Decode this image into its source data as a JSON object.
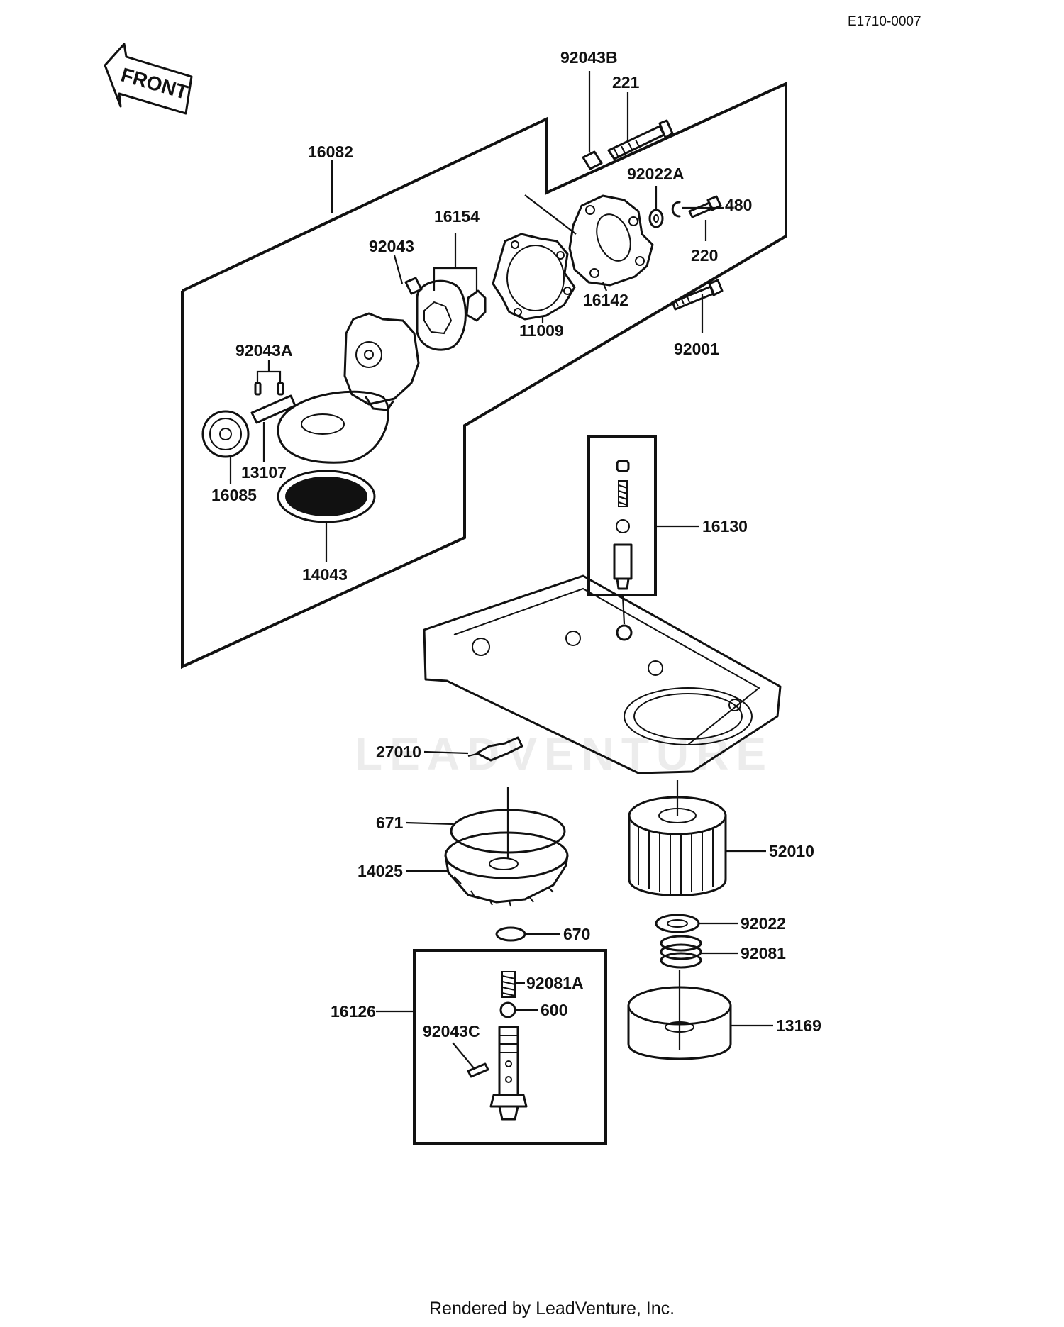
{
  "reference_code": "E1710-0007",
  "direction_label": "FRONT",
  "watermark_text": "LEADVENTURE",
  "footer_text": "Rendered by LeadVenture, Inc.",
  "labels": {
    "p92043B": "92043B",
    "p221": "221",
    "p16082": "16082",
    "p92022A": "92022A",
    "p480": "480",
    "p220": "220",
    "p92043": "92043",
    "p16154": "16154",
    "p16142": "16142",
    "p11009": "11009",
    "p92001": "92001",
    "p92043A": "92043A",
    "p13107": "13107",
    "p16085": "16085",
    "p14043": "14043",
    "p16130": "16130",
    "p27010": "27010",
    "p671": "671",
    "p14025": "14025",
    "p52010": "52010",
    "p670": "670",
    "p92022": "92022",
    "p92081": "92081",
    "p92081A": "92081A",
    "p16126": "16126",
    "p600": "600",
    "p92043C": "92043C",
    "p13169": "13169"
  }
}
